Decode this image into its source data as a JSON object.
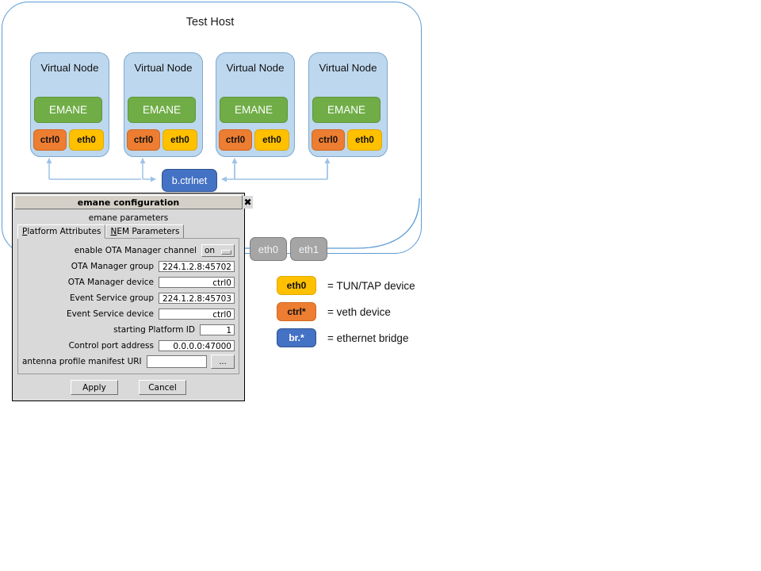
{
  "host": {
    "title": "Test Host",
    "border_color": "#5B9BD5"
  },
  "nodes": [
    {
      "title": "Virtual Node",
      "engine": "EMANE",
      "ctrl": "ctrl0",
      "eth": "eth0"
    },
    {
      "title": "Virtual Node",
      "engine": "EMANE",
      "ctrl": "ctrl0",
      "eth": "eth0"
    },
    {
      "title": "Virtual Node",
      "engine": "EMANE",
      "ctrl": "ctrl0",
      "eth": "eth0"
    },
    {
      "title": "Virtual Node",
      "engine": "EMANE",
      "ctrl": "ctrl0",
      "eth": "eth0"
    }
  ],
  "bridge": {
    "label": "b.ctrlnet",
    "color": "#4472C4"
  },
  "host_interfaces": [
    {
      "label": "eth0"
    },
    {
      "label": "eth1"
    }
  ],
  "legend": [
    {
      "chip": "eth0",
      "desc": "= TUN/TAP device",
      "color": "#FFC000"
    },
    {
      "chip": "ctrl*",
      "desc": "= veth device",
      "color": "#ED7D31"
    },
    {
      "chip": "br.*",
      "desc": "= ethernet bridge",
      "color": "#4472C4"
    }
  ],
  "palette": {
    "emane": "#70AD47",
    "ctrl": "#ED7D31",
    "eth": "#FFC000",
    "bridge": "#4472C4",
    "node": "#BDD7EE",
    "hostif": "#A5A5A5"
  },
  "dialog": {
    "title": "emane configuration",
    "close_label": "✖",
    "subtitle": "emane parameters",
    "tabs": [
      {
        "label": "Platform Attributes",
        "mnemonic": "P",
        "rest": "latform Attributes",
        "active": true
      },
      {
        "label": "NEM Parameters",
        "mnemonic": "N",
        "rest": "EM Parameters",
        "active": false
      }
    ],
    "fields": [
      {
        "label": "enable OTA Manager channel",
        "value": "on",
        "type": "option"
      },
      {
        "label": "OTA Manager group",
        "value": "224.1.2.8:45702",
        "type": "entry"
      },
      {
        "label": "OTA Manager device",
        "value": "ctrl0",
        "type": "entry"
      },
      {
        "label": "Event Service group",
        "value": "224.1.2.8:45703",
        "type": "entry"
      },
      {
        "label": "Event Service device",
        "value": "ctrl0",
        "type": "entry"
      },
      {
        "label": "starting Platform ID",
        "value": "1",
        "type": "entry-narrow"
      },
      {
        "label": "Control port address",
        "value": "0.0.0.0:47000",
        "type": "entry"
      }
    ],
    "uri_row": {
      "label": "antenna profile manifest URI",
      "value": "",
      "browse_label": "..."
    },
    "buttons": [
      {
        "label": "Apply"
      },
      {
        "label": "Cancel"
      }
    ]
  }
}
